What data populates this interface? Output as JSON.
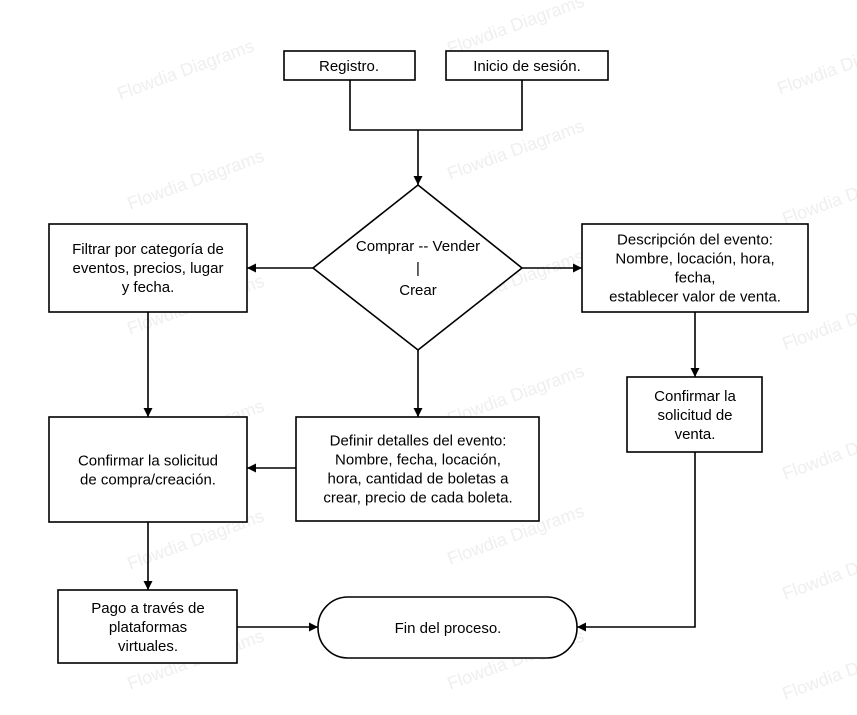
{
  "watermark": "Flowdia Diagrams",
  "colors": {
    "stroke": "#000000",
    "background": "#ffffff",
    "watermark": "#efefef"
  },
  "nodes": {
    "registro": {
      "lines": [
        "Registro."
      ]
    },
    "inicio_sesion": {
      "lines": [
        "Inicio de sesión."
      ]
    },
    "decision": {
      "lines": [
        "Comprar -- Vender",
        "|",
        "Crear"
      ]
    },
    "filtrar": {
      "lines": [
        "Filtrar por categoría de",
        "eventos, precios, lugar",
        "y fecha."
      ]
    },
    "descripcion": {
      "lines": [
        "Descripción del evento:",
        "Nombre, locación, hora,",
        "fecha,",
        "establecer valor de venta."
      ]
    },
    "confirmar_venta": {
      "lines": [
        "Confirmar la",
        "solicitud de",
        "venta."
      ]
    },
    "definir": {
      "lines": [
        "Definir detalles del evento:",
        "Nombre, fecha, locación,",
        "hora, cantidad de boletas a",
        "crear, precio de cada boleta."
      ]
    },
    "confirmar_compra": {
      "lines": [
        "Confirmar la solicitud",
        "de compra/creación."
      ]
    },
    "pago": {
      "lines": [
        "Pago a través de",
        "plataformas",
        "virtuales."
      ]
    },
    "fin": {
      "lines": [
        "Fin del proceso."
      ]
    }
  }
}
